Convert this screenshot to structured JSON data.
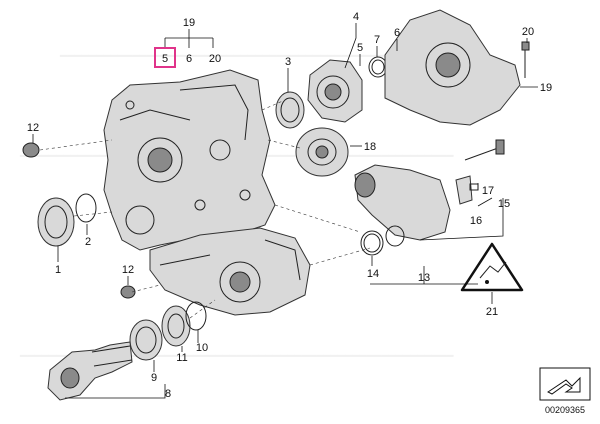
{
  "diagram": {
    "highlighted_part": "5",
    "labels": {
      "p19_top": "19",
      "p5_box": "5",
      "p6_top": "6",
      "p20_top": "20",
      "p4": "4",
      "p5": "5",
      "p7": "7",
      "p6": "6",
      "p20": "20",
      "p19": "19",
      "p3": "3",
      "p12a": "12",
      "p18": "18",
      "p17": "17",
      "p15": "15",
      "p16": "16",
      "p2": "2",
      "p1": "1",
      "p14": "14",
      "p13": "13",
      "p12b": "12",
      "p11": "11",
      "p10": "10",
      "p9": "9",
      "p8": "8",
      "p21": "21"
    },
    "diagram_number": "00209365",
    "highlight_color": "#e0338a"
  }
}
